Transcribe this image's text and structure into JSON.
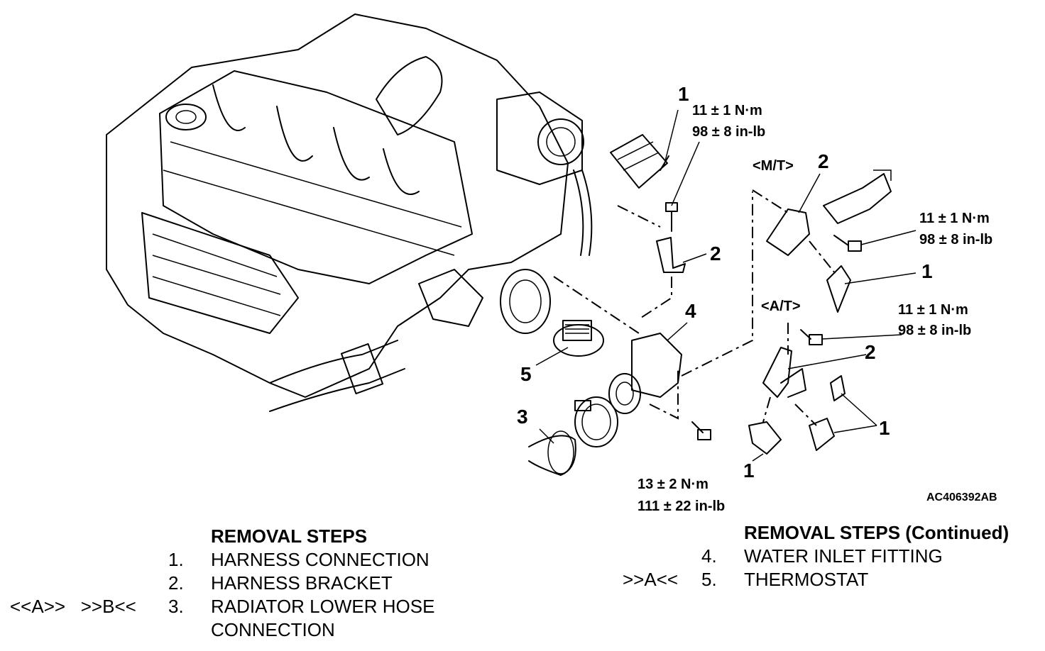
{
  "diagram": {
    "figure_code": "AC406392AB",
    "variants": {
      "mt": "<M/T>",
      "at": "<A/T>"
    },
    "callouts": {
      "c1_top": "1",
      "c2_mid": "2",
      "c2_mt": "2",
      "c1_mt": "1",
      "c4": "4",
      "c5": "5",
      "c3": "3",
      "c2_at": "2",
      "c1_at_right": "1",
      "c1_at_bottom": "1"
    },
    "torques": {
      "t1": {
        "nm": "11 ± 1 N·m",
        "inlb": "98 ± 8 in-lb"
      },
      "t2": {
        "nm": "11 ± 1 N·m",
        "inlb": "98 ± 8 in-lb"
      },
      "t3": {
        "nm": "11 ± 1 N·m",
        "inlb": "98 ± 8 in-lb"
      },
      "t4": {
        "nm": "13 ± 2 N·m",
        "inlb": "111 ± 22 in-lb"
      }
    }
  },
  "removal_steps": {
    "title": "REMOVAL STEPS",
    "items": [
      {
        "marks": "",
        "num": "1.",
        "text": "HARNESS CONNECTION"
      },
      {
        "marks": "",
        "num": "2.",
        "text": "HARNESS BRACKET"
      },
      {
        "marks": "<<A>>   >>B<<",
        "num": "3.",
        "text": "RADIATOR LOWER HOSE",
        "text2": "CONNECTION"
      }
    ]
  },
  "removal_steps_continued": {
    "title": "REMOVAL STEPS (Continued)",
    "items": [
      {
        "marks": "",
        "num": "4.",
        "text": "WATER INLET FITTING"
      },
      {
        "marks": ">>A<<",
        "num": "5.",
        "text": "THERMOSTAT"
      }
    ]
  }
}
